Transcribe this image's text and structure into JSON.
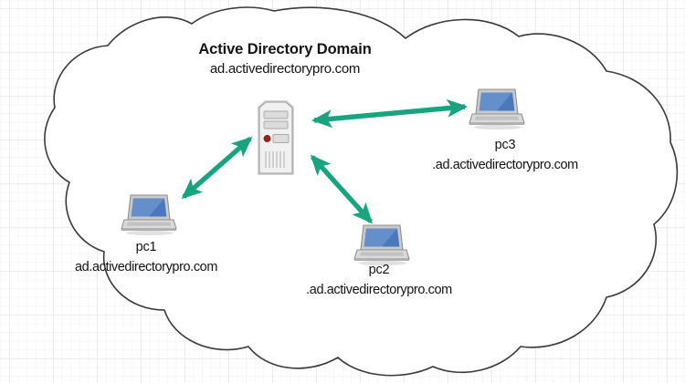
{
  "diagram": {
    "type": "network-topology",
    "background": {
      "style": "graph-paper",
      "grid_color": "#ededed",
      "page_color": "#ffffff"
    },
    "cloud": {
      "label": "Active Directory Domain",
      "domain": "ad.activedirectorypro.com",
      "stroke_color": "#3a3a3a",
      "fill_color": "#ffffff"
    },
    "server": {
      "name": "domain-controller",
      "led_color": "#a32020",
      "body_color": "#e9e9e9"
    },
    "nodes": [
      {
        "id": "pc1",
        "host": "pc1",
        "fqdn": "ad.activedirectorypro.com",
        "screen_color": "#4a78bd"
      },
      {
        "id": "pc2",
        "host": "pc2",
        "fqdn": ".ad.activedirectorypro.com",
        "screen_color": "#4a78bd"
      },
      {
        "id": "pc3",
        "host": "pc3",
        "fqdn": ".ad.activedirectorypro.com",
        "screen_color": "#4a78bd"
      }
    ],
    "connections": [
      {
        "from": "server",
        "to": "pc1",
        "style": "double-arrow",
        "color": "#17a47e"
      },
      {
        "from": "server",
        "to": "pc2",
        "style": "double-arrow",
        "color": "#17a47e"
      },
      {
        "from": "server",
        "to": "pc3",
        "style": "double-arrow",
        "color": "#17a47e"
      }
    ]
  }
}
